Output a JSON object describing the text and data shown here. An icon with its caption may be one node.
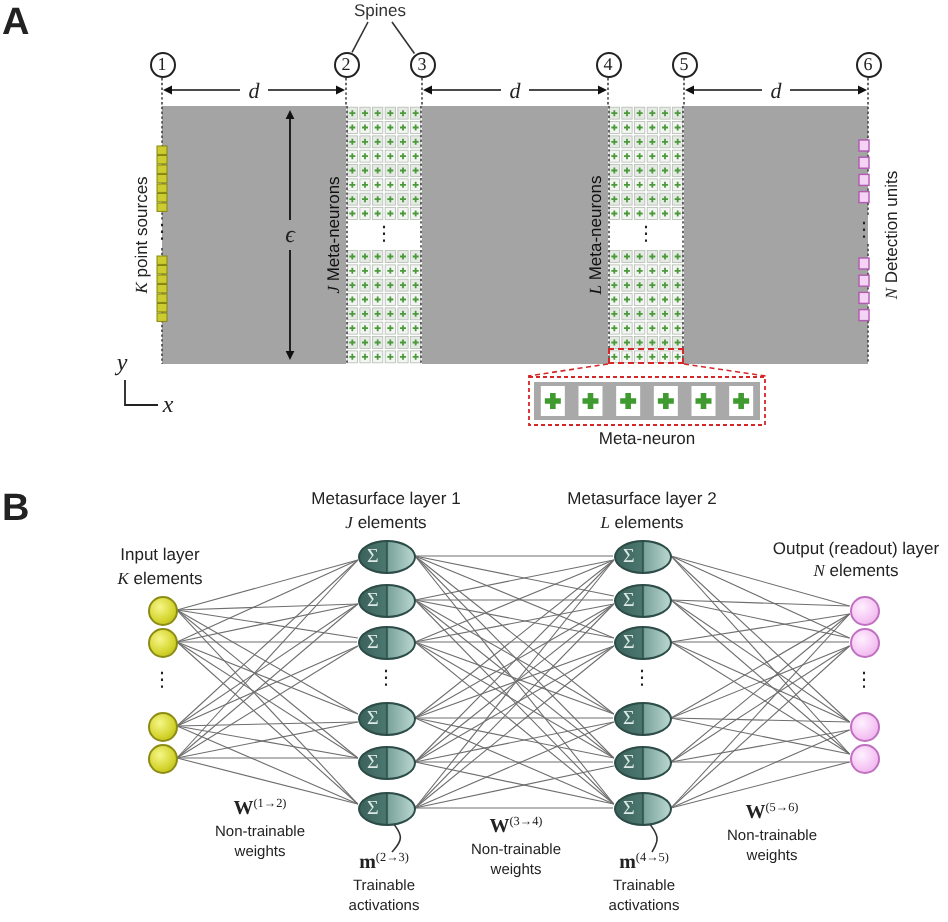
{
  "diagram": {
    "nodes": [
      {
        "text": [
          "Spines"
        ]
      },
      {
        "text": [
          "1"
        ]
      },
      {
        "text": [
          "2"
        ]
      },
      {
        "text": [
          "3"
        ]
      },
      {
        "text": [
          "4"
        ]
      },
      {
        "text": [
          "5"
        ]
      },
      {
        "text": [
          "6"
        ]
      },
      {
        "text": [],
        "shape": "bar",
        "beside": [
          "*J* Meta-neurons"
        ]
      },
      {
        "text": [],
        "shape": "bar",
        "beside": [
          "*L* Meta-neurons"
        ]
      },
      {
        "text": [],
        "shape": "box",
        "in": 8
      },
      {
        "text": [
          "Meta-neuron"
        ]
      },
      {
        "text": [],
        "shape": "circle"
      },
      {
        "text": [],
        "shape": "circle"
      },
      {
        "text": [],
        "shape": "circle"
      },
      {
        "text": [],
        "shape": "circle"
      },
      {
        "text": [
          "Σ"
        ]
      },
      {
        "text": [
          "Σ"
        ]
      },
      {
        "text": [
          "Σ"
        ]
      },
      {
        "text": [
          "Σ"
        ]
      },
      {
        "text": [
          "Σ"
        ]
      },
      {
        "text": [
          "Σ"
        ]
      },
      {
        "text": [
          "Σ"
        ]
      },
      {
        "text": [
          "Σ"
        ]
      },
      {
        "text": [
          "Σ"
        ]
      },
      {
        "text": [
          "Σ"
        ]
      },
      {
        "text": [
          "Σ"
        ]
      },
      {
        "text": [
          "Σ"
        ]
      },
      {
        "text": [],
        "shape": "circle"
      },
      {
        "text": [],
        "shape": "circle"
      },
      {
        "text": [],
        "shape": "circle"
      },
      {
        "text": [],
        "shape": "circle"
      },
      {
        "text": [
          "**m**$^{(2→3)}$",
          "Trainable activations"
        ]
      },
      {
        "text": [
          "**m**$^{(4→5)}$",
          "Trainable activations"
        ]
      }
    ],
    "edges": [
      {
        "from": 0,
        "to": 2,
        "arrow": "none"
      },
      {
        "from": 0,
        "to": 3,
        "arrow": "none"
      },
      {
        "from": 9,
        "to": 10,
        "arrow": "none",
        "style": "dashed",
        "color": "#d62728"
      },
      {
        "from": 11,
        "to": 15,
        "arrow": "none"
      },
      {
        "from": 11,
        "to": 16,
        "arrow": "none"
      },
      {
        "from": 11,
        "to": 17,
        "arrow": "none"
      },
      {
        "from": 11,
        "to": 18,
        "arrow": "none"
      },
      {
        "from": 11,
        "to": 19,
        "arrow": "none"
      },
      {
        "from": 11,
        "to": 20,
        "arrow": "none"
      },
      {
        "from": 12,
        "to": 15,
        "arrow": "none"
      },
      {
        "from": 12,
        "to": 16,
        "arrow": "none"
      },
      {
        "from": 12,
        "to": 17,
        "arrow": "none"
      },
      {
        "from": 12,
        "to": 18,
        "arrow": "none"
      },
      {
        "from": 12,
        "to": 19,
        "arrow": "none"
      },
      {
        "from": 12,
        "to": 20,
        "arrow": "none"
      },
      {
        "from": 13,
        "to": 15,
        "arrow": "none"
      },
      {
        "from": 13,
        "to": 16,
        "arrow": "none"
      },
      {
        "from": 13,
        "to": 17,
        "arrow": "none"
      },
      {
        "from": 13,
        "to": 18,
        "arrow": "none"
      },
      {
        "from": 13,
        "to": 19,
        "arrow": "none"
      },
      {
        "from": 13,
        "to": 20,
        "arrow": "none"
      },
      {
        "from": 14,
        "to": 15,
        "arrow": "none"
      },
      {
        "from": 14,
        "to": 16,
        "arrow": "none"
      },
      {
        "from": 14,
        "to": 17,
        "arrow": "none"
      },
      {
        "from": 14,
        "to": 18,
        "arrow": "none"
      },
      {
        "from": 14,
        "to": 19,
        "arrow": "none"
      },
      {
        "from": 14,
        "to": 20,
        "arrow": "none"
      },
      {
        "from": 15,
        "to": 21,
        "arrow": "none"
      },
      {
        "from": 15,
        "to": 22,
        "arrow": "none"
      },
      {
        "from": 15,
        "to": 23,
        "arrow": "none"
      },
      {
        "from": 15,
        "to": 24,
        "arrow": "none"
      },
      {
        "from": 15,
        "to": 25,
        "arrow": "none"
      },
      {
        "from": 15,
        "to": 26,
        "arrow": "none"
      },
      {
        "from": 16,
        "to": 21,
        "arrow": "none"
      },
      {
        "from": 16,
        "to": 22,
        "arrow": "none"
      },
      {
        "from": 16,
        "to": 23,
        "arrow": "none"
      },
      {
        "from": 16,
        "to": 24,
        "arrow": "none"
      },
      {
        "from": 16,
        "to": 25,
        "arrow": "none"
      },
      {
        "from": 16,
        "to": 26,
        "arrow": "none"
      },
      {
        "from": 17,
        "to": 21,
        "arrow": "none"
      },
      {
        "from": 17,
        "to": 22,
        "arrow": "none"
      },
      {
        "from": 17,
        "to": 23,
        "arrow": "none"
      },
      {
        "from": 17,
        "to": 24,
        "arrow": "none"
      },
      {
        "from": 17,
        "to": 25,
        "arrow": "none"
      },
      {
        "from": 17,
        "to": 26,
        "arrow": "none"
      },
      {
        "from": 18,
        "to": 21,
        "arrow": "none"
      },
      {
        "from": 18,
        "to": 22,
        "arrow": "none"
      },
      {
        "from": 18,
        "to": 23,
        "arrow": "none"
      },
      {
        "from": 18,
        "to": 24,
        "arrow": "none"
      },
      {
        "from": 18,
        "to": 25,
        "arrow": "none"
      },
      {
        "from": 18,
        "to": 26,
        "arrow": "none"
      },
      {
        "from": 19,
        "to": 21,
        "arrow": "none"
      },
      {
        "from": 19,
        "to": 22,
        "arrow": "none"
      },
      {
        "from": 19,
        "to": 23,
        "arrow": "none"
      },
      {
        "from": 19,
        "to": 24,
        "arrow": "none"
      },
      {
        "from": 19,
        "to": 25,
        "arrow": "none"
      },
      {
        "from": 19,
        "to": 26,
        "arrow": "none"
      },
      {
        "from": 20,
        "to": 21,
        "arrow": "none"
      },
      {
        "from": 20,
        "to": 22,
        "arrow": "none"
      },
      {
        "from": 20,
        "to": 23,
        "arrow": "none"
      },
      {
        "from": 20,
        "to": 24,
        "arrow": "none"
      },
      {
        "from": 20,
        "to": 25,
        "arrow": "none"
      },
      {
        "from": 20,
        "to": 26,
        "arrow": "none"
      },
      {
        "from": 21,
        "to": 27,
        "arrow": "none"
      },
      {
        "from": 21,
        "to": 28,
        "arrow": "none"
      },
      {
        "from": 21,
        "to": 29,
        "arrow": "none"
      },
      {
        "from": 21,
        "to": 30,
        "arrow": "none"
      },
      {
        "from": 22,
        "to": 27,
        "arrow": "none"
      },
      {
        "from": 22,
        "to": 28,
        "arrow": "none"
      },
      {
        "from": 22,
        "to": 29,
        "arrow": "none"
      },
      {
        "from": 22,
        "to": 30,
        "arrow": "none"
      },
      {
        "from": 23,
        "to": 27,
        "arrow": "none"
      },
      {
        "from": 23,
        "to": 28,
        "arrow": "none"
      },
      {
        "from": 23,
        "to": 29,
        "arrow": "none"
      },
      {
        "from": 23,
        "to": 30,
        "arrow": "none"
      },
      {
        "from": 24,
        "to": 27,
        "arrow": "none"
      },
      {
        "from": 24,
        "to": 28,
        "arrow": "none"
      },
      {
        "from": 24,
        "to": 29,
        "arrow": "none"
      },
      {
        "from": 24,
        "to": 30,
        "arrow": "none"
      },
      {
        "from": 25,
        "to": 27,
        "arrow": "none"
      },
      {
        "from": 25,
        "to": 28,
        "arrow": "none"
      },
      {
        "from": 25,
        "to": 29,
        "arrow": "none"
      },
      {
        "from": 25,
        "to": 30,
        "arrow": "none"
      },
      {
        "from": 26,
        "to": 27,
        "arrow": "none"
      },
      {
        "from": 26,
        "to": 28,
        "arrow": "none"
      },
      {
        "from": 26,
        "to": 29,
        "arrow": "none"
      },
      {
        "from": 26,
        "to": 30,
        "arrow": "none"
      },
      {
        "from": 31,
        "to": 20,
        "arrow": "none"
      },
      {
        "from": 32,
        "to": 26,
        "arrow": "none"
      }
    ],
    "labels": [
      "A",
      "d",
      "d",
      "d",
      "ϵ",
      "*K* point sources",
      "⋮",
      "⋮",
      "⋮",
      "⋮",
      "*N* Detection units",
      "y",
      "x",
      "B",
      "Input layer *K* elements",
      "Metasurface layer 1 *J* elements",
      "Metasurface layer 2 *L* elements",
      "Output (readout) layer *N* elements",
      "⋮",
      "⋮",
      "⋮",
      "⋮",
      "**W**$^{(1→2)}$",
      "Non-trainable weights",
      "**W**$^{(3→4)}$",
      "Non-trainable weights",
      "**W**$^{(5→6)}$",
      "Non-trainable weights"
    ]
  }
}
